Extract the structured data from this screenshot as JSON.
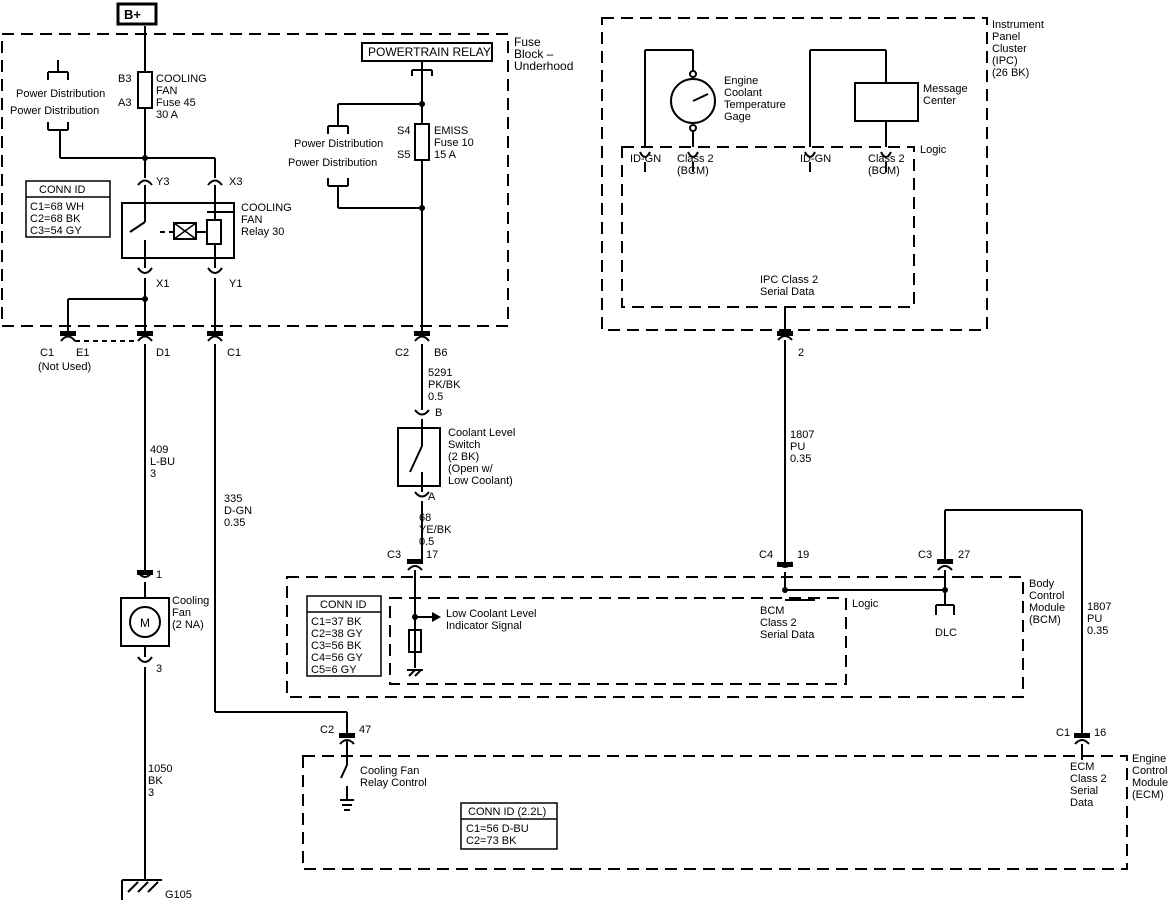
{
  "labels": {
    "bplus": "B+",
    "fuse_block": [
      "Fuse",
      "Block –",
      "Underhood"
    ],
    "powertrain_relay": "POWERTRAIN RELAY",
    "b3": "B3",
    "a3": "A3",
    "cooling_fan_fuse": [
      "COOLING",
      "FAN",
      "Fuse 45",
      "30 A"
    ],
    "power_distribution": "Power Distribution",
    "s4": "S4",
    "s5": "S5",
    "emiss_fuse": [
      "EMISS",
      "Fuse 10",
      "15 A"
    ],
    "y3": "Y3",
    "x3": "X3",
    "x1": "X1",
    "y1": "Y1",
    "relay_conn_title": "CONN ID",
    "relay_conn": [
      "C1=68 WH",
      "C2=68 BK",
      "C3=54 GY"
    ],
    "cooling_fan_relay": [
      "COOLING",
      "FAN",
      "Relay 30"
    ],
    "c1": "C1",
    "e1": "E1",
    "not_used": "(Not Used)",
    "d1": "D1",
    "c2": "C2",
    "b6": "B6",
    "wire_5291": [
      "5291",
      "PK/BK",
      "0.5"
    ],
    "pin_b": "B",
    "pin_a": "A",
    "coolant_level_switch": [
      "Coolant Level",
      "Switch",
      "(2 BK)",
      "(Open w/",
      "Low Coolant)"
    ],
    "wire_409": [
      "409",
      "L-BU",
      "3"
    ],
    "wire_335": [
      "335",
      "D-GN",
      "0.35"
    ],
    "wire_68": [
      "68",
      "YE/BK",
      "0.5"
    ],
    "c3": "C3",
    "pin_17": "17",
    "c4": "C4",
    "pin_19": "19",
    "pin_27": "27",
    "pin_1": "1",
    "pin_3": "3",
    "pin_2": "2",
    "pin_47": "47",
    "pin_16": "16",
    "motor_m": "M",
    "cooling_fan": [
      "Cooling",
      "Fan",
      "(2 NA)"
    ],
    "bcm_conn_title": "CONN ID",
    "bcm_conn": [
      "C1=37 BK",
      "C2=38 GY",
      "C3=56 BK",
      "C4=56 GY",
      "C5=6 GY"
    ],
    "low_coolant_signal": [
      "Low Coolant Level",
      "Indicator Signal"
    ],
    "bcm_serial": [
      "BCM",
      "Class 2",
      "Serial Data"
    ],
    "logic": "Logic",
    "dlc": "DLC",
    "bcm_title": [
      "Body",
      "Control",
      "Module",
      "(BCM)"
    ],
    "wire_1807": [
      "1807",
      "PU",
      "0.35"
    ],
    "wire_1050": [
      "1050",
      "BK",
      "3"
    ],
    "g105": "G105",
    "cooling_fan_relay_control": [
      "Cooling Fan",
      "Relay Control"
    ],
    "ecm_conn_title": "CONN ID (2.2L)",
    "ecm_conn": [
      "C1=56 D-BU",
      "C2=73 BK"
    ],
    "ecm_serial": [
      "ECM",
      "Class 2",
      "Serial",
      "Data"
    ],
    "ecm_title": [
      "Engine",
      "Control",
      "Module",
      "(ECM)"
    ],
    "ipc_title": [
      "Instrument",
      "Panel",
      "Cluster",
      "(IPC)",
      "(26 BK)"
    ],
    "gage": [
      "Engine",
      "Coolant",
      "Temperature",
      "Gage"
    ],
    "message_center": [
      "Message",
      "Center"
    ],
    "id_gn": "ID-GN",
    "class2_bcm": [
      "Class 2",
      "(BCM)"
    ],
    "ipc_serial": [
      "IPC Class 2",
      "Serial Data"
    ]
  }
}
